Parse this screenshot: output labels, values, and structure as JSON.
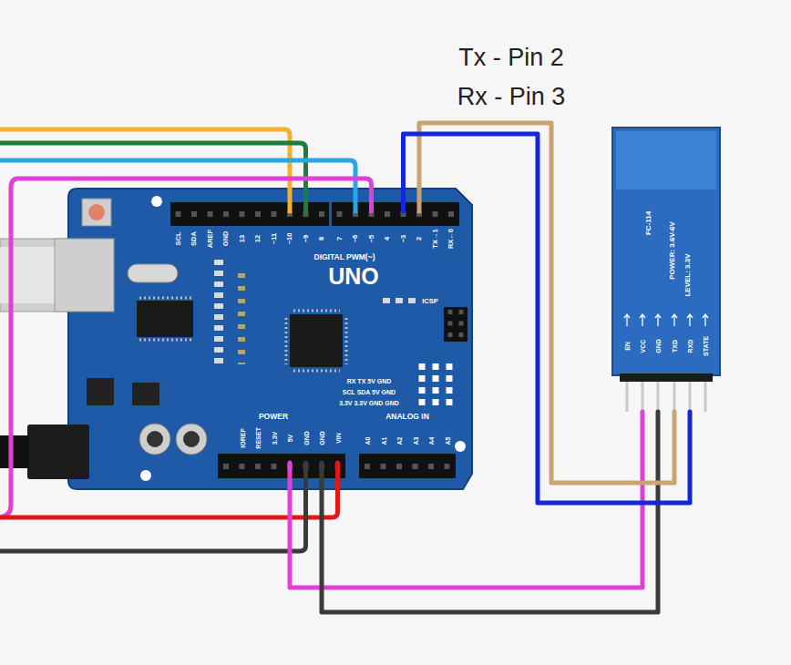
{
  "diagram": {
    "nodes": [
      {
        "text": [
          "UNO"
        ]
      },
      {
        "text": [
          "FC-114",
          "POWER: 3.6V-6V",
          "LEVEL: 3.3V"
        ]
      }
    ],
    "edges": [
      {
        "from": 1,
        "to": 0,
        "arrow": "none"
      },
      {
        "from": 1,
        "to": 0,
        "arrow": "none"
      },
      {
        "from": 1,
        "to": 0,
        "arrow": "none"
      },
      {
        "from": 1,
        "to": 0,
        "arrow": "none"
      }
    ],
    "labels": [
      "Tx - Pin 2",
      "Rx - Pin 3",
      "SCL",
      "SDA",
      "AREF",
      "GND",
      "13",
      "12",
      "~11",
      "~10",
      "~9",
      "8",
      "7",
      "~6",
      "~5",
      "4",
      "~3",
      "2",
      "TX→1",
      "RX←0",
      "DIGITAL PWM(~)",
      "ICSP",
      "RX TX 5V GND",
      "SCL SDA 5V GND",
      "3.3V 3.3V GND GND",
      "POWER",
      "ANALOG IN",
      "IOREF",
      "RESET",
      "3.3V",
      "5V",
      "GND",
      "GND",
      "VIN",
      "A0",
      "A1",
      "A2",
      "A3",
      "A4",
      "A5",
      "EN",
      "VCC",
      "GND",
      "TXD",
      "RXD",
      "STATE"
    ]
  }
}
